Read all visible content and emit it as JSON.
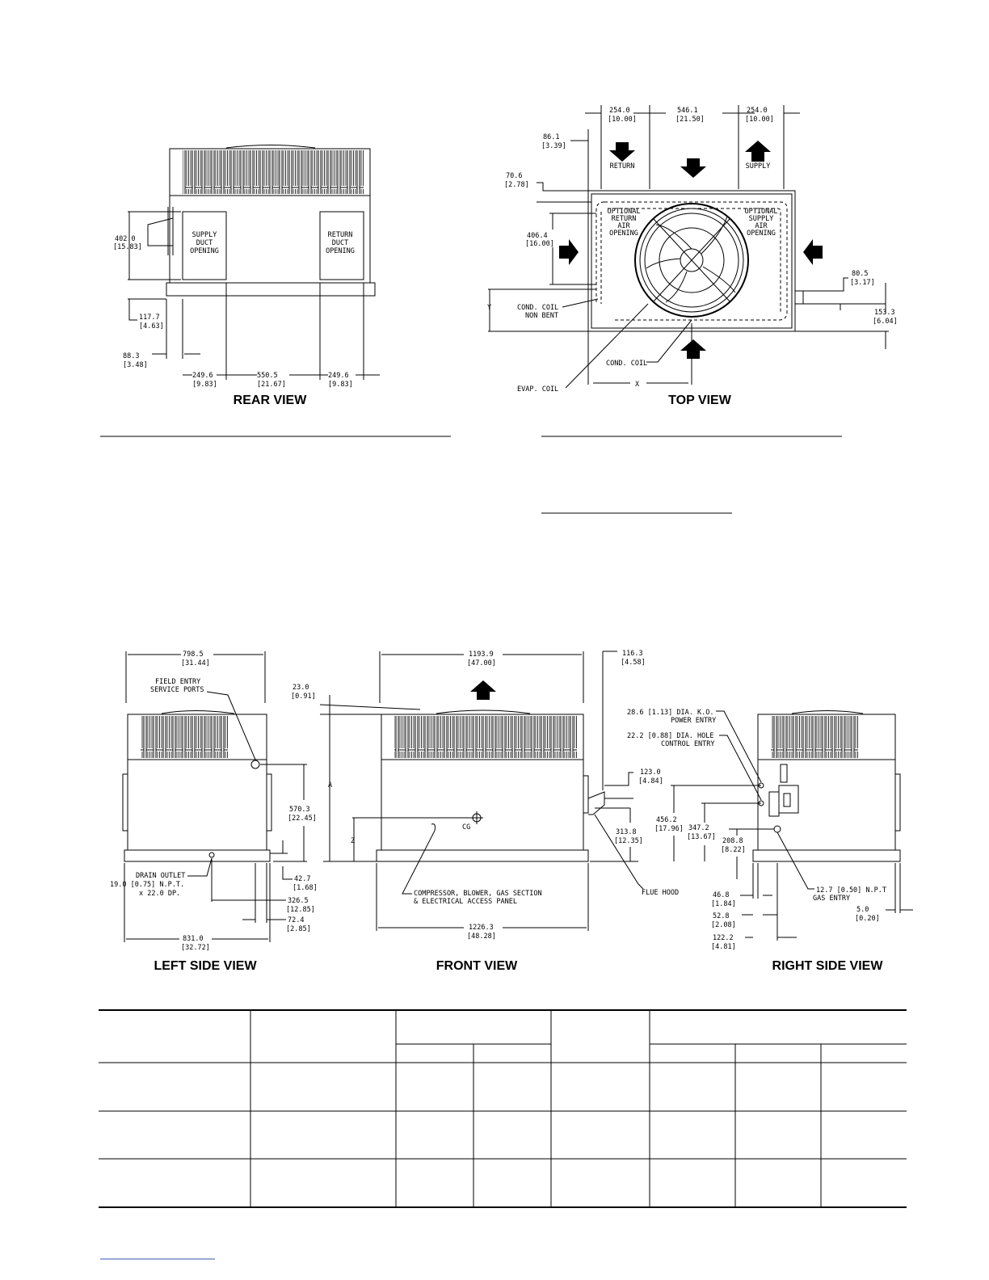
{
  "views": {
    "rear": {
      "title": "REAR VIEW",
      "supply_opening": [
        "SUPPLY",
        "DUCT",
        "OPENING"
      ],
      "return_opening": [
        "RETURN",
        "DUCT",
        "OPENING"
      ],
      "dims": {
        "d402_mm": "402.0",
        "d402_in": "[15.83]",
        "d117_mm": "117.7",
        "d117_in": "[4.63]",
        "d88_mm": "88.3",
        "d88_in": "[3.48]",
        "d249a_mm": "249.6",
        "d249a_in": "[9.83]",
        "d550_mm": "550.5",
        "d550_in": "[21.67]",
        "d249b_mm": "249.6",
        "d249b_in": "[9.83]"
      }
    },
    "top": {
      "title": "TOP VIEW",
      "return": "RETURN",
      "supply": "SUPPLY",
      "opt_return": [
        "OPTIONAL",
        "RETURN",
        "AIR",
        "OPENING"
      ],
      "opt_supply": [
        "OPTIONAL",
        "SUPPLY",
        "AIR",
        "OPENING"
      ],
      "cond_coil_non_bent": [
        "COND. COIL",
        "NON BENT"
      ],
      "cond_coil": "COND. COIL",
      "evap_coil": "EVAP. COIL",
      "x": "X",
      "y": "Y",
      "dims": {
        "d254a_mm": "254.0",
        "d254a_in": "[10.00]",
        "d546_mm": "546.1",
        "d546_in": "[21.50]",
        "d254b_mm": "254.0",
        "d254b_in": "[10.00]",
        "d86_mm": "86.1",
        "d86_in": "[3.39]",
        "d70_mm": "70.6",
        "d70_in": "[2.78]",
        "d406_mm": "406.4",
        "d406_in": "[16.00]",
        "d80_mm": "80.5",
        "d80_in": "[3.17]",
        "d153_mm": "153.3",
        "d153_in": "[6.04]"
      }
    },
    "left": {
      "title": "LEFT SIDE VIEW",
      "field_entry": [
        "FIELD ENTRY",
        "SERVICE PORTS"
      ],
      "drain": [
        "DRAIN OUTLET",
        "19.0 [0.75] N.P.T.",
        "x 22.0 DP."
      ],
      "dims": {
        "d798_mm": "798.5",
        "d798_in": "[31.44]",
        "d570_mm": "570.3",
        "d570_in": "[22.45]",
        "d42_mm": "42.7",
        "d42_in": "[1.68]",
        "d326_mm": "326.5",
        "d326_in": "[12.85]",
        "d72_mm": "72.4",
        "d72_in": "[2.85]",
        "d831_mm": "831.0",
        "d831_in": "[32.72]"
      }
    },
    "front": {
      "title": "FRONT VIEW",
      "cg": "CG",
      "a": "A",
      "z": "Z",
      "access_panel": [
        "COMPRESSOR, BLOWER, GAS SECTION",
        "& ELECTRICAL ACCESS PANEL"
      ],
      "flue_hood": "FLUE HOOD",
      "dims": {
        "d1193_mm": "1193.9",
        "d1193_in": "[47.00]",
        "d116_mm": "116.3",
        "d116_in": "[4.58]",
        "d23_mm": "23.0",
        "d23_in": "[0.91]",
        "d123_mm": "123.0",
        "d123_in": "[4.84]",
        "d313_mm": "313.8",
        "d313_in": "[12.35]",
        "d1226_mm": "1226.3",
        "d1226_in": "[48.28]"
      }
    },
    "right": {
      "title": "RIGHT SIDE VIEW",
      "power_entry": [
        "28.6 [1.13] DIA. K.O.",
        "POWER ENTRY"
      ],
      "control_entry": [
        "22.2 [0.88] DIA. HOLE",
        "CONTROL ENTRY"
      ],
      "gas_entry": [
        "12.7 [0.50] N.P.T",
        "GAS ENTRY"
      ],
      "dims": {
        "d456_mm": "456.2",
        "d456_in": "[17.96]",
        "d347_mm": "347.2",
        "d347_in": "[13.67]",
        "d208_mm": "208.8",
        "d208_in": "[8.22]",
        "d46_mm": "46.8",
        "d46_in": "[1.84]",
        "d52_mm": "52.8",
        "d52_in": "[2.08]",
        "d122_mm": "122.2",
        "d122_in": "[4.81]",
        "d5_mm": "5.0",
        "d5_in": "[0.20]"
      }
    }
  }
}
